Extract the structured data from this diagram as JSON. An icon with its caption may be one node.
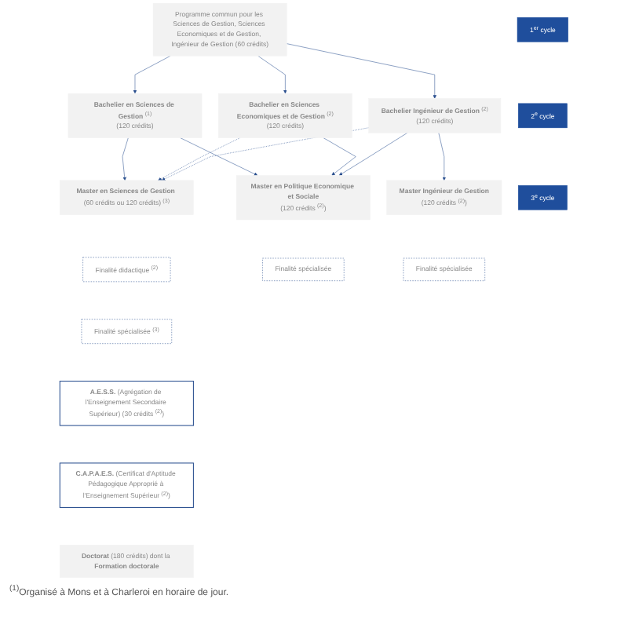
{
  "diagram": {
    "nodes": [
      {
        "text": [
          "1$^{er}$ cycle"
        ]
      },
      {
        "text": [
          "Programme commun pour les Sciences de Gestion, Sciences Economiques et de Gestion, Ingénieur de Gestion (60 crédits)"
        ]
      },
      {
        "text": [
          "**Bachelier en Sciences de Gestion** $^{(1)}$",
          "(120 crédits)"
        ]
      },
      {
        "text": [
          "**Bachelier en Sciences Economiques et de Gestion** $^{(2)}$",
          "(120 crédits)"
        ]
      },
      {
        "text": [
          "**Bachelier Ingénieur de Gestion** $^{(2)}$",
          "(120 crédits)"
        ]
      },
      {
        "text": [
          "2$^{e}$ cycle"
        ]
      },
      {
        "text": [
          "**Master en Sciences de Gestion** (60 crédits ou 120 crédits) $^{(3)}$"
        ]
      },
      {
        "text": [
          "Finalité didactique $^{(2)}$"
        ]
      },
      {
        "text": [
          "Finalité spécialisée $^{(3)}$"
        ]
      },
      {
        "text": [
          "**Master en Politique Economique et Sociale**",
          "(120 crédits $^{(2)}$)"
        ]
      },
      {
        "text": [
          "Finalité spécialisée"
        ]
      },
      {
        "text": [
          "**Master Ingénieur de Gestion**",
          "(120 crédits $^{(2)}$)"
        ]
      },
      {
        "text": [
          "Finalité spécialisée"
        ]
      },
      {
        "text": [
          "**A.E.S.S.** (Agrégation de l'Enseignement Secondaire Supérieur) (30 crédits $^{(2)}$)"
        ]
      },
      {
        "text": [
          "**C.A.P.A.E.S.** (Certificat d'Aptitude Pédagogique Approprié à l'Enseignement Supérieur $^{(2)}$)"
        ]
      },
      {
        "text": [
          "3$^{e}$ cycle"
        ]
      },
      {
        "text": [
          "**Doctorat** (180 crédits) dont la **Formation doctorale**"
        ]
      }
    ],
    "edges": [
      {
        "from": 1,
        "to": 2,
        "arrow": "to"
      },
      {
        "from": 1,
        "to": 3,
        "arrow": "to"
      },
      {
        "from": 1,
        "to": 4,
        "arrow": "to"
      },
      {
        "from": 2,
        "to": 6,
        "arrow": "to"
      },
      {
        "from": 2,
        "to": 9,
        "arrow": "to"
      },
      {
        "from": 3,
        "to": 6,
        "arrow": "to",
        "style": "dashed"
      },
      {
        "from": 3,
        "to": 9,
        "arrow": "to"
      },
      {
        "from": 4,
        "to": 6,
        "arrow": "to",
        "style": "dashed"
      },
      {
        "from": 4,
        "to": 9,
        "arrow": "to"
      },
      {
        "from": 4,
        "to": 11,
        "arrow": "to"
      }
    ],
    "labels": [
      "$^{(1)}$Organisé à Mons et à Charleroi en horaire de jour."
    ]
  }
}
